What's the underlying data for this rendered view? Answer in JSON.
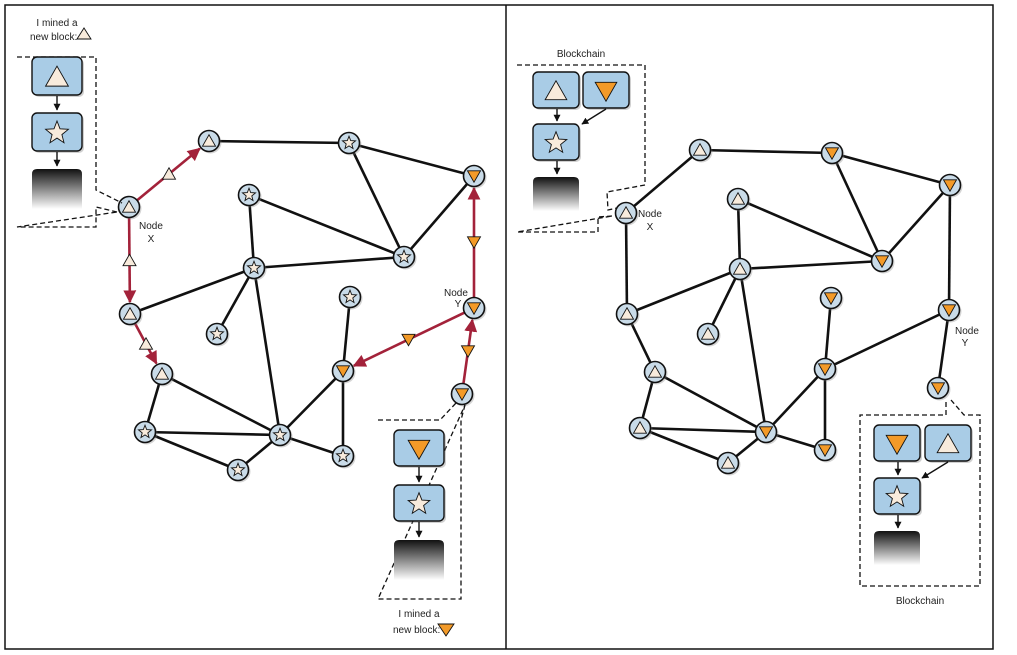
{
  "colors": {
    "block_fill": "#a9cce6",
    "node_fill": "#c9dbe8",
    "light_shape": "#f8ebdc",
    "orange_shape": "#f39a28",
    "propagation_arrow": "#a3223a",
    "edge": "#111111"
  },
  "left_panel": {
    "mined_label_x": {
      "line1": "I mined a",
      "line2": "new block:"
    },
    "mined_label_y": {
      "line1": "I mined a",
      "line2": "new block:"
    },
    "node_x_label": {
      "line1": "Node",
      "line2": "X"
    },
    "node_y_label": {
      "line1": "Node",
      "line2": "Y"
    },
    "chain_x": [
      "triangle",
      "star",
      "fade"
    ],
    "chain_y": [
      "inv-triangle",
      "star",
      "fade"
    ],
    "nodes": [
      {
        "id": "X",
        "shape": "triangle"
      },
      {
        "id": "A",
        "shape": "triangle"
      },
      {
        "id": "B",
        "shape": "star"
      },
      {
        "id": "C",
        "shape": "inv-triangle"
      },
      {
        "id": "D",
        "shape": "star"
      },
      {
        "id": "E",
        "shape": "star"
      },
      {
        "id": "F",
        "shape": "star"
      },
      {
        "id": "G",
        "shape": "triangle"
      },
      {
        "id": "H",
        "shape": "star"
      },
      {
        "id": "I",
        "shape": "star"
      },
      {
        "id": "Y",
        "shape": "inv-triangle"
      },
      {
        "id": "J",
        "shape": "triangle"
      },
      {
        "id": "K",
        "shape": "inv-triangle"
      },
      {
        "id": "L",
        "shape": "star"
      },
      {
        "id": "M",
        "shape": "star"
      },
      {
        "id": "N",
        "shape": "star"
      },
      {
        "id": "O",
        "shape": "star"
      },
      {
        "id": "P",
        "shape": "inv-triangle"
      }
    ],
    "edges": [
      [
        "A",
        "B"
      ],
      [
        "B",
        "C"
      ],
      [
        "B",
        "E"
      ],
      [
        "C",
        "E"
      ],
      [
        "D",
        "E"
      ],
      [
        "D",
        "F"
      ],
      [
        "F",
        "E"
      ],
      [
        "F",
        "G"
      ],
      [
        "F",
        "H"
      ],
      [
        "F",
        "M"
      ],
      [
        "I",
        "K"
      ],
      [
        "K",
        "M"
      ],
      [
        "K",
        "O"
      ],
      [
        "J",
        "L"
      ],
      [
        "J",
        "M"
      ],
      [
        "L",
        "M"
      ],
      [
        "L",
        "N"
      ],
      [
        "N",
        "M"
      ],
      [
        "M",
        "O"
      ]
    ],
    "propagation": [
      {
        "from": "X",
        "to": "A",
        "block": "triangle"
      },
      {
        "from": "X",
        "to": "G",
        "block": "triangle"
      },
      {
        "from": "G",
        "to": "J",
        "block": "triangle"
      },
      {
        "from": "Y",
        "to": "C",
        "block": "inv-triangle"
      },
      {
        "from": "Y",
        "to": "K",
        "block": "inv-triangle"
      },
      {
        "from": "P",
        "to": "Y",
        "block": "inv-triangle"
      }
    ]
  },
  "right_panel": {
    "blockchain_label_x": "Blockchain",
    "blockchain_label_y": "Blockchain",
    "node_x_label": {
      "line1": "Node",
      "line2": "X"
    },
    "node_y_label": {
      "line1": "Node",
      "line2": "Y"
    },
    "chain_x": {
      "tips": [
        "triangle",
        "inv-triangle"
      ],
      "parent": "star"
    },
    "chain_y": {
      "tips": [
        "inv-triangle",
        "triangle"
      ],
      "parent": "star"
    },
    "nodes": [
      {
        "id": "X",
        "shape": "triangle"
      },
      {
        "id": "A",
        "shape": "triangle"
      },
      {
        "id": "B",
        "shape": "inv-triangle"
      },
      {
        "id": "C",
        "shape": "inv-triangle"
      },
      {
        "id": "D",
        "shape": "triangle"
      },
      {
        "id": "E",
        "shape": "inv-triangle"
      },
      {
        "id": "F",
        "shape": "triangle"
      },
      {
        "id": "G",
        "shape": "triangle"
      },
      {
        "id": "H",
        "shape": "triangle"
      },
      {
        "id": "I",
        "shape": "inv-triangle"
      },
      {
        "id": "Y",
        "shape": "inv-triangle"
      },
      {
        "id": "J",
        "shape": "triangle"
      },
      {
        "id": "K",
        "shape": "inv-triangle"
      },
      {
        "id": "L",
        "shape": "triangle"
      },
      {
        "id": "M",
        "shape": "inv-triangle"
      },
      {
        "id": "N",
        "shape": "triangle"
      },
      {
        "id": "O",
        "shape": "inv-triangle"
      },
      {
        "id": "P",
        "shape": "inv-triangle"
      }
    ],
    "edges": [
      [
        "X",
        "A"
      ],
      [
        "A",
        "B"
      ],
      [
        "B",
        "C"
      ],
      [
        "B",
        "E"
      ],
      [
        "C",
        "E"
      ],
      [
        "C",
        "Y"
      ],
      [
        "D",
        "E"
      ],
      [
        "D",
        "F"
      ],
      [
        "F",
        "E"
      ],
      [
        "X",
        "G"
      ],
      [
        "F",
        "G"
      ],
      [
        "F",
        "H"
      ],
      [
        "F",
        "M"
      ],
      [
        "G",
        "J"
      ],
      [
        "I",
        "K"
      ],
      [
        "K",
        "M"
      ],
      [
        "K",
        "O"
      ],
      [
        "K",
        "Y"
      ],
      [
        "J",
        "L"
      ],
      [
        "J",
        "M"
      ],
      [
        "L",
        "M"
      ],
      [
        "L",
        "N"
      ],
      [
        "N",
        "M"
      ],
      [
        "M",
        "O"
      ],
      [
        "Y",
        "P"
      ]
    ]
  }
}
